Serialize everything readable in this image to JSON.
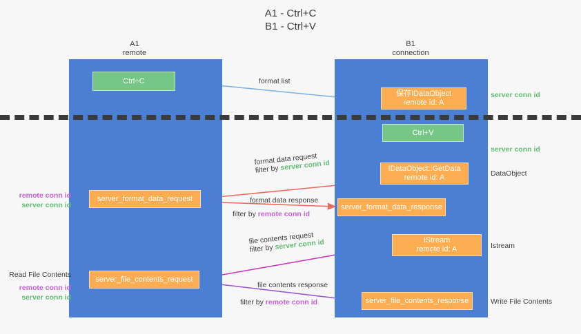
{
  "title": {
    "line1": "A1 - Ctrl+C",
    "line2": "B1 - Ctrl+V"
  },
  "columns": [
    {
      "name": "A1",
      "sub": "remote"
    },
    {
      "name": "B1",
      "sub": "connection"
    }
  ],
  "boxes": {
    "ctrl_c": {
      "line1": "Ctrl+C",
      "color": "#76c787"
    },
    "save_dataobject": {
      "line1": "保存IDataObject",
      "line2": "remote id: A",
      "color": "#fcad51"
    },
    "ctrl_v": {
      "line1": "Ctrl+V",
      "color": "#76c787"
    },
    "getdata": {
      "line1": "IDataObject::GetData",
      "line2": "remote id: A",
      "color": "#fcad51"
    },
    "server_format_data_request": {
      "line1": "server_format_data_request",
      "color": "#fcad51"
    },
    "server_format_data_response": {
      "line1": "server_format_data_response",
      "color": "#fcad51"
    },
    "istream": {
      "line1": "IStream",
      "line2": "remote id: A",
      "color": "#fcad51"
    },
    "server_file_contents_request": {
      "line1": "server_file_contents_request",
      "color": "#fcad51"
    },
    "server_file_contents_response": {
      "line1": "server_file_contents_response",
      "color": "#fcad51"
    }
  },
  "edges": {
    "format_list": "format list",
    "format_data_request": "format data request",
    "format_data_request_filter_prefix": "filter by ",
    "format_data_request_filter_value": "server conn id",
    "format_data_response": "format data response",
    "format_data_response_filter_prefix": "filter by ",
    "format_data_response_filter_value": "remote conn id",
    "file_contents_request": "file contents request",
    "file_contents_request_filter_prefix": "filter by ",
    "file_contents_request_filter_value": "server conn id",
    "file_contents_response": "file contents response",
    "file_contents_response_filter_prefix": "filter by ",
    "file_contents_response_filter_value": "remote conn id"
  },
  "annotations": {
    "server_conn_id_top": "server conn id",
    "server_conn_id_mid": "server conn id",
    "dataobject": "DataObject",
    "istream": "Istream",
    "write_file_contents": "Write File Contents",
    "read_file_contents": "Read File Contents",
    "remote_conn_id_a": "remote conn id",
    "server_conn_id_a": "server conn id",
    "remote_conn_id_b": "remote conn id",
    "server_conn_id_b": "server conn id"
  },
  "colors": {
    "lane": "#4a7fd4",
    "green": "#76c787",
    "orange": "#fcad51",
    "green_text": "#63bd76",
    "purple_text": "#c562d6",
    "arrow_blue": "#7fb3e8",
    "arrow_red": "#ea6a5c",
    "arrow_magenta": "#c93bbd",
    "arrow_purple": "#9b59c9",
    "arrow_black": "#111111",
    "divider": "#3b3b3b",
    "background": "#f7f7f7"
  }
}
